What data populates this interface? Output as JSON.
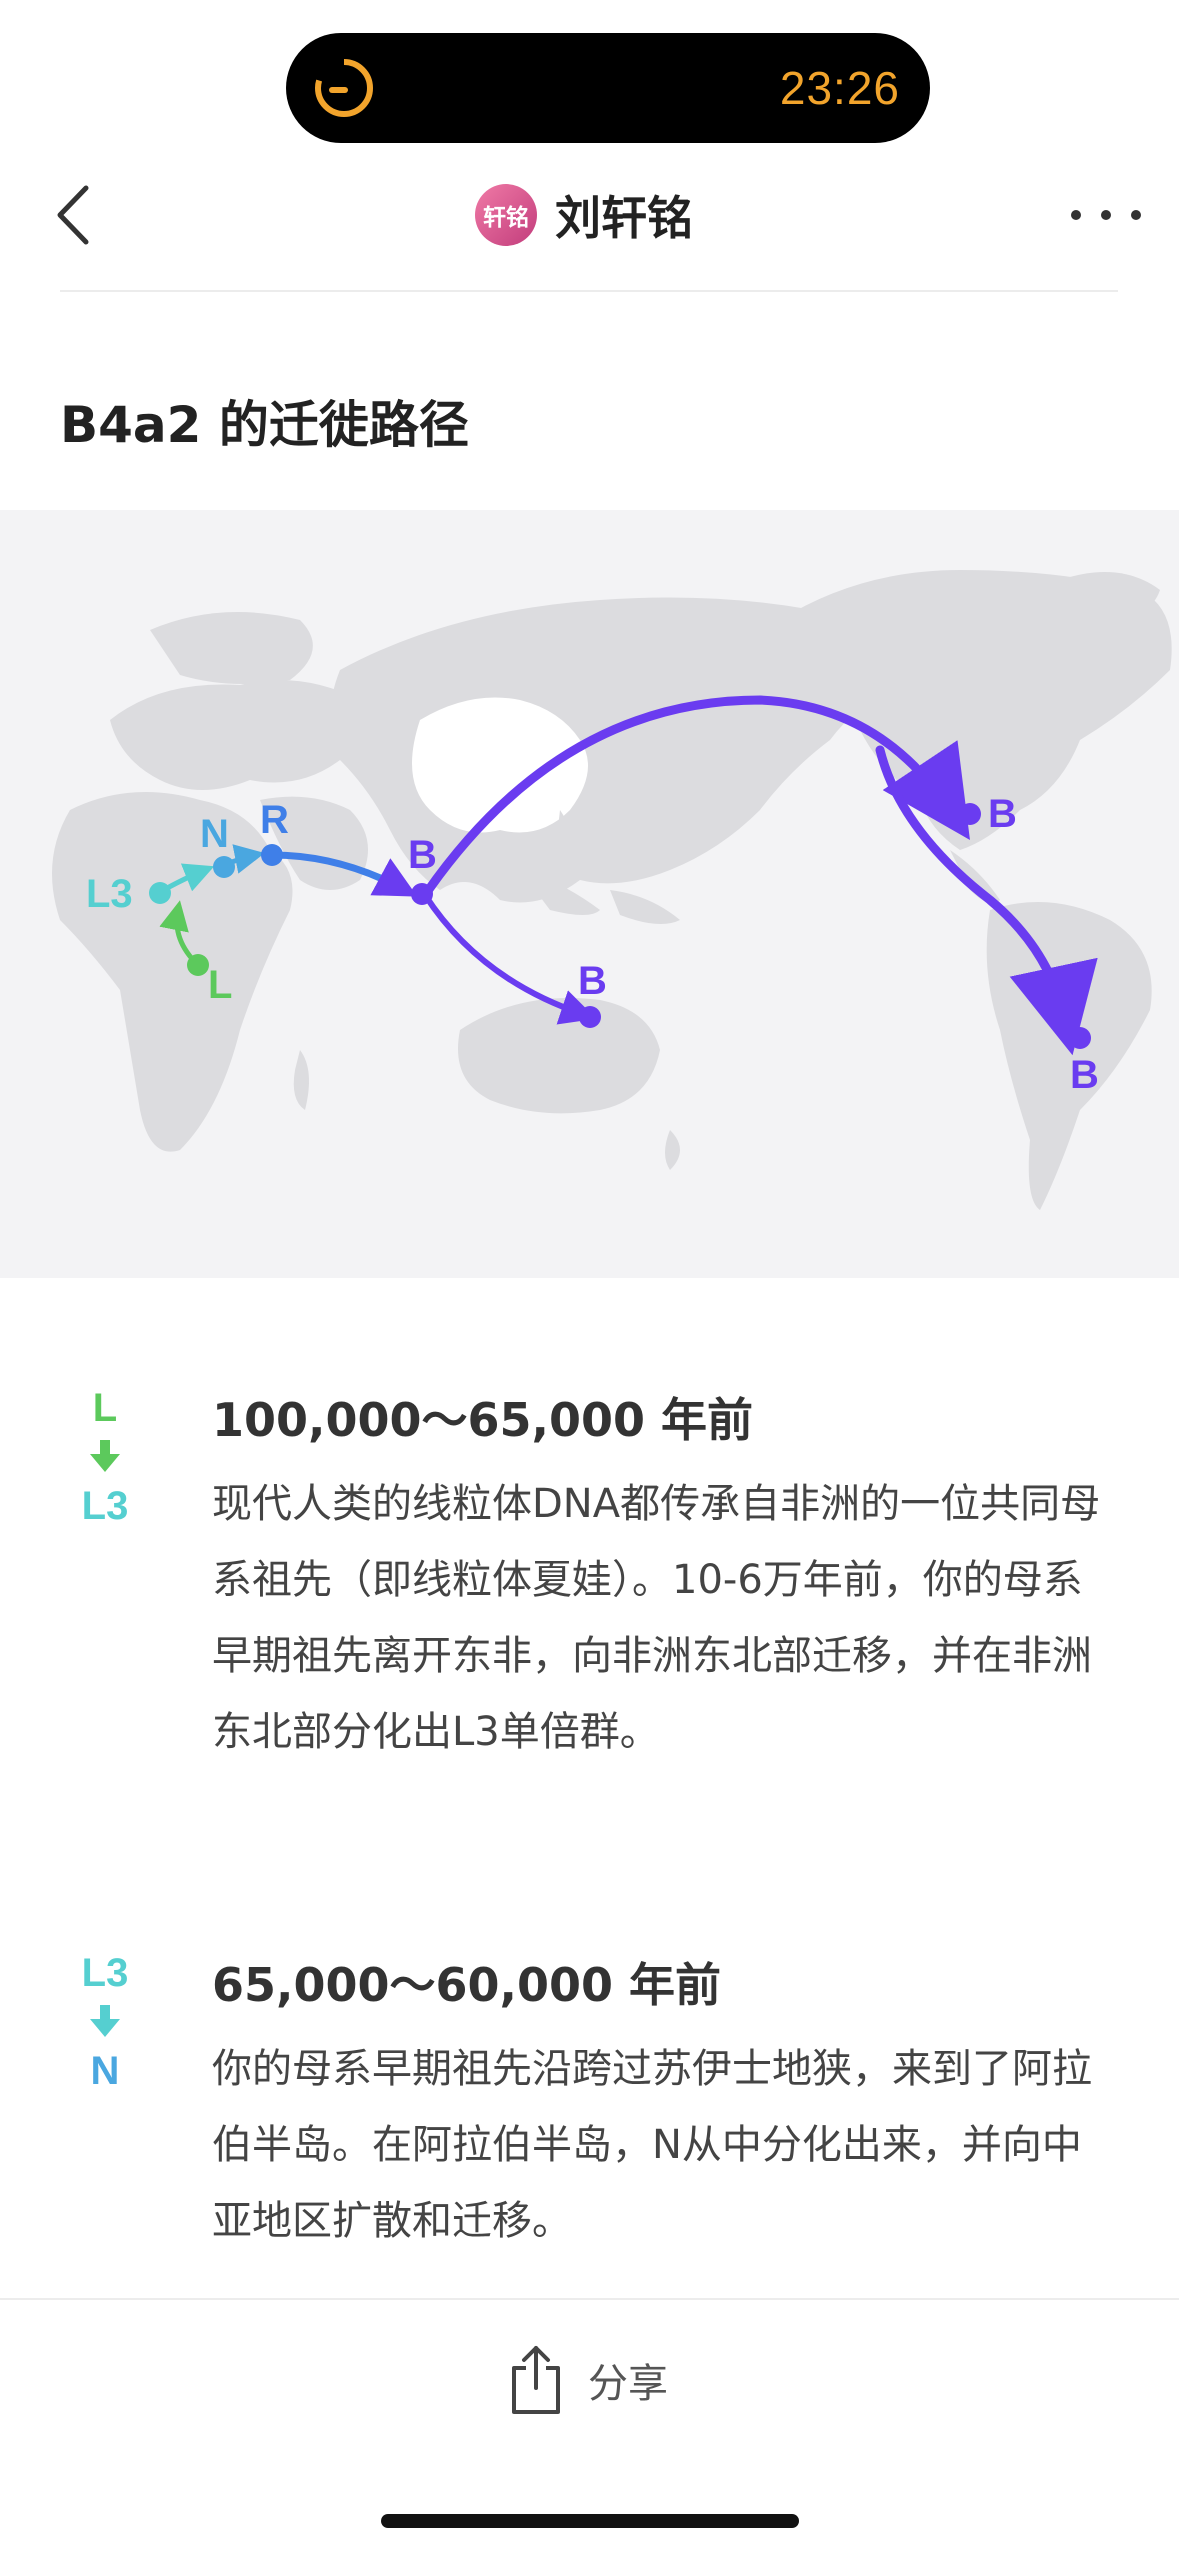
{
  "status": {
    "time": "23:26"
  },
  "nav": {
    "avatar_text": "轩铭",
    "title": "刘轩铭"
  },
  "section_title": "B4a2 的迁徙路径",
  "map": {
    "markers": [
      "L",
      "L3",
      "N",
      "R",
      "B",
      "B",
      "B",
      "B"
    ],
    "colors": {
      "L": "#5cc95c",
      "L3": "#55cfd0",
      "N": "#4aa7e0",
      "R": "#3f7fe8",
      "B": "#6a3cf0"
    }
  },
  "timeline": [
    {
      "from": "L",
      "to": "L3",
      "period": "100,000～65,000 年前",
      "text": "现代人类的线粒体DNA都传承自非洲的一位共同母系祖先（即线粒体夏娃）。10-6万年前，你的母系早期祖先离开东非，向非洲东北部迁移，并在非洲东北部分化出L3单倍群。"
    },
    {
      "from": "L3",
      "to": "N",
      "period": "65,000～60,000 年前",
      "text": "你的母系早期祖先沿跨过苏伊士地狭，来到了阿拉伯半岛。在阿拉伯半岛，N从中分化出来，并向中亚地区扩散和迁移。"
    }
  ],
  "bottom": {
    "share_label": "分享"
  }
}
